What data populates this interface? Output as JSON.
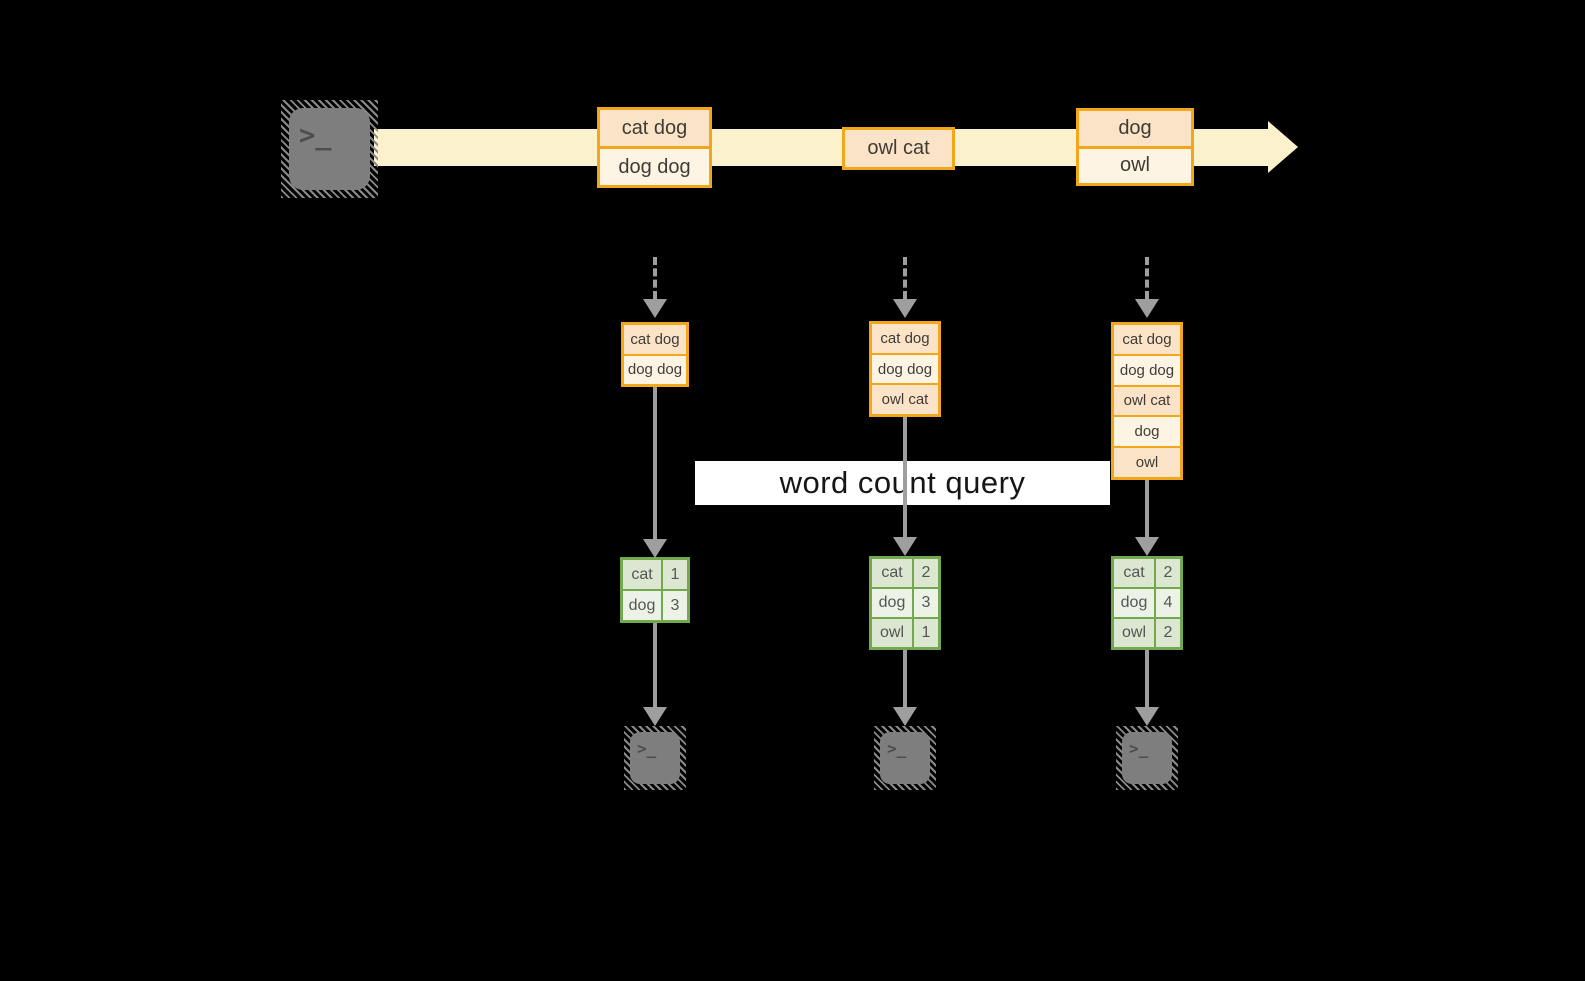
{
  "colors": {
    "background": "#000000",
    "stream_band": "#FCF1CD",
    "gold_border": "#F2A71B",
    "peach_fill": "#FBE3C7",
    "cream_fill": "#FDF4E4",
    "green_border": "#72A84E",
    "green_fill_dark": "#DBE7D1",
    "green_fill_light": "#EDF2E7",
    "arrow_gray": "#9E9E9E",
    "terminal_gray": "#7E7E7E",
    "query_bg": "#FFFFFF",
    "query_text": "#161616"
  },
  "terminal_glyph": ">_",
  "query_label": "word count query",
  "stream_events": [
    {
      "rows": [
        "cat dog",
        "dog dog"
      ]
    },
    {
      "rows": [
        "owl cat"
      ]
    },
    {
      "rows": [
        "dog",
        "owl"
      ]
    }
  ],
  "columns": [
    {
      "buffer": [
        "cat dog",
        "dog dog"
      ],
      "counts": [
        {
          "word": "cat",
          "value": "1"
        },
        {
          "word": "dog",
          "value": "3"
        }
      ]
    },
    {
      "buffer": [
        "cat dog",
        "dog dog",
        "owl cat"
      ],
      "counts": [
        {
          "word": "cat",
          "value": "2"
        },
        {
          "word": "dog",
          "value": "3"
        },
        {
          "word": "owl",
          "value": "1"
        }
      ]
    },
    {
      "buffer": [
        "cat dog",
        "dog dog",
        "owl cat",
        "dog",
        "owl"
      ],
      "counts": [
        {
          "word": "cat",
          "value": "2"
        },
        {
          "word": "dog",
          "value": "4"
        },
        {
          "word": "owl",
          "value": "2"
        }
      ]
    }
  ]
}
